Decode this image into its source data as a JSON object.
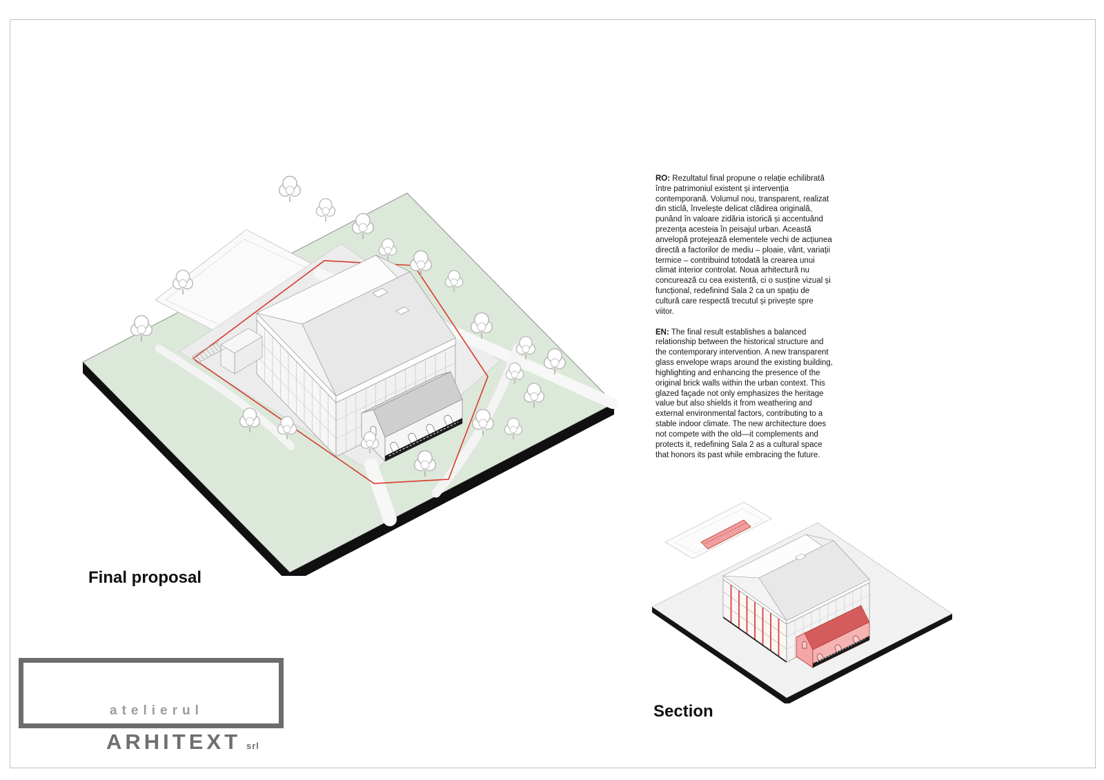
{
  "captions": {
    "final_proposal": "Final proposal",
    "section": "Section"
  },
  "text_block": {
    "ro_label": "RO:",
    "ro_text": "Rezultatul final propune o relație echilibrată între patrimoniul existent și intervenția contemporană. Volumul nou, transparent, realizat din sticlă, învelește delicat clădirea originală, punând în valoare zidăria istorică și accentuând prezența acesteia în peisajul urban. Această anvelopă protejează elementele vechi de acțiunea directă a factorilor de mediu – ploaie, vânt, variații termice – contribuind totodată la crearea unui climat interior controlat. Noua arhitectură nu concurează cu cea existentă, ci o susține vizual și funcțional, redefinind Sala 2 ca un spațiu de cultură care respectă trecutul și privește spre viitor.",
    "en_label": "EN:",
    "en_text": "The final result establishes a balanced relationship between the historical structure and the contemporary intervention. A new transparent glass envelope wraps around the existing building, highlighting and enhancing the presence of the original brick walls within the urban context. This glazed façade not only emphasizes the heritage value but also shields it from weathering and external environmental factors, contributing to a stable indoor climate. The new architecture does not compete with the old—it complements and protects it, redefining Sala 2 as a cultural space that honors its past while embracing the future."
  },
  "logo": {
    "studio": "atelierul",
    "name": "ARHITEXT",
    "suffix": "srl"
  },
  "colors": {
    "accent_red": "#d63a2d",
    "site_green": "#dce8d9",
    "highlight_red": "#f2a6a6",
    "plinth_black": "#101010"
  }
}
